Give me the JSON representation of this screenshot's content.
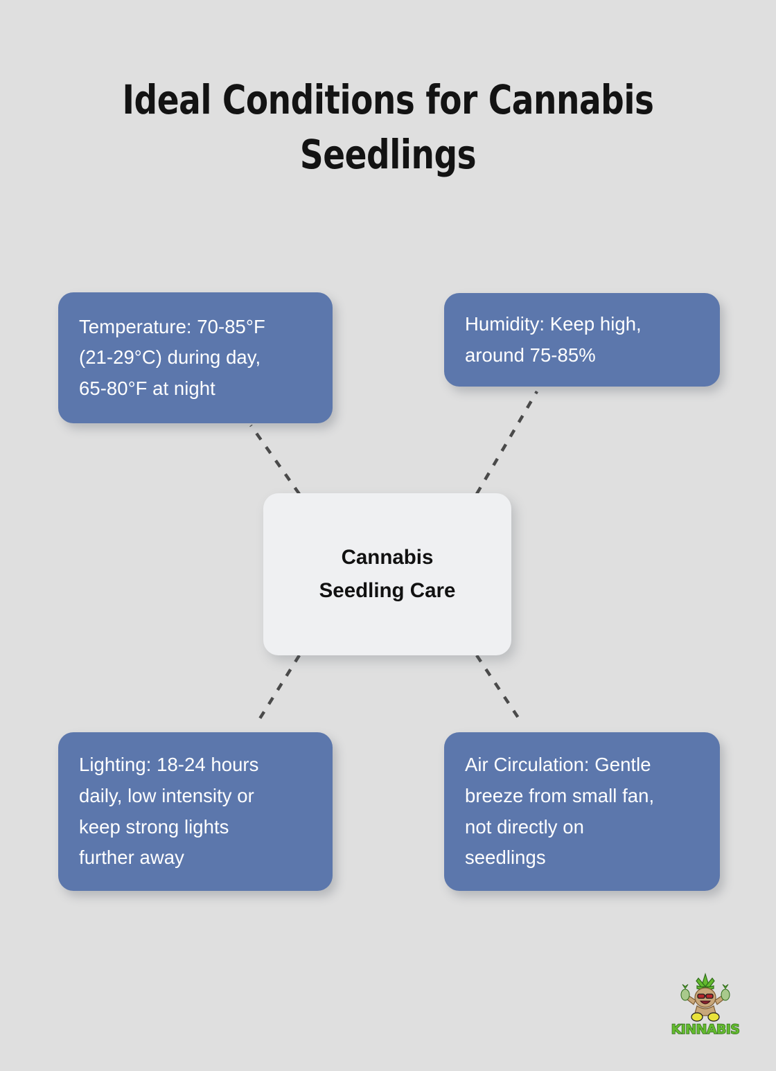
{
  "page": {
    "background_color": "#dfdfdf",
    "title": "Ideal Conditions for Cannabis\nSeedlings"
  },
  "colors": {
    "leaf_box": "#5c77ac",
    "center_box": "#eff0f2",
    "leaf_text": "#ffffff",
    "center_text": "#111111",
    "connector": "#4a4a4a",
    "title_text": "#131313",
    "logo_green": "#5fb62d",
    "logo_dark_green": "#2f6b1a",
    "logo_skin": "#c8a77a"
  },
  "diagram": {
    "type": "mind-map",
    "center": {
      "id": "center",
      "label": "Cannabis\nSeedling Care"
    },
    "nodes": [
      {
        "id": "temperature",
        "label": "Temperature: 70-85°F\n(21-29°C) during day,\n65-80°F at night",
        "position": "top-left"
      },
      {
        "id": "humidity",
        "label": "Humidity: Keep high,\naround 75-85%",
        "position": "top-right"
      },
      {
        "id": "lighting",
        "label": "Lighting: 18-24 hours\ndaily, low intensity or\nkeep strong lights\nfurther away",
        "position": "bottom-left"
      },
      {
        "id": "air",
        "label": "Air Circulation: Gentle\nbreeze from small fan,\nnot directly on\nseedlings",
        "position": "bottom-right"
      }
    ],
    "connectors": [
      {
        "from": "center",
        "to": "temperature",
        "style": "dashed"
      },
      {
        "from": "center",
        "to": "humidity",
        "style": "dashed"
      },
      {
        "from": "center",
        "to": "lighting",
        "style": "dashed"
      },
      {
        "from": "center",
        "to": "air",
        "style": "dashed"
      }
    ]
  },
  "logo": {
    "name": "kinnabis-logo",
    "wordmark": "KINNABIS",
    "description": "cartoon cannabis mascot with sunglasses"
  }
}
